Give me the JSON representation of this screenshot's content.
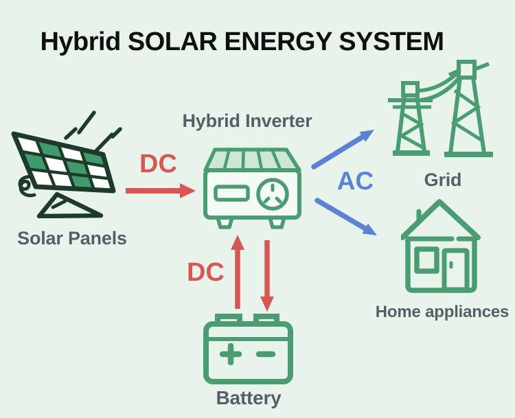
{
  "title": "Hybrid SOLAR ENERGY SYSTEM",
  "nodes": {
    "solar_panels": {
      "label": "Solar Panels",
      "icon": "solar-panels-icon"
    },
    "hybrid_inverter": {
      "label": "Hybrid Inverter",
      "icon": "hybrid-inverter-icon"
    },
    "grid": {
      "label": "Grid",
      "icon": "transmission-towers-icon"
    },
    "home_appliances": {
      "label": "Home appliances",
      "icon": "house-icon"
    },
    "battery": {
      "label": "Battery",
      "icon": "battery-icon"
    }
  },
  "flow_labels": {
    "solar_to_inverter": "DC",
    "inverter_battery": "DC",
    "inverter_out": "AC"
  },
  "flows": [
    {
      "from": "Solar Panels",
      "to": "Hybrid Inverter",
      "current": "DC",
      "direction": "one-way"
    },
    {
      "from": "Hybrid Inverter",
      "to": "Grid",
      "current": "AC",
      "direction": "one-way"
    },
    {
      "from": "Hybrid Inverter",
      "to": "Home appliances",
      "current": "AC",
      "direction": "one-way"
    },
    {
      "from": "Hybrid Inverter",
      "to": "Battery",
      "current": "DC",
      "direction": "two-way"
    }
  ],
  "colors": {
    "background": "#e8f4eb",
    "dc_arrow_red": "#d95752",
    "ac_arrow_blue": "#5b82d4",
    "icon_green": "#4a9c72",
    "icon_dark_green": "#1e3b2a",
    "panel_cell_green": "#3f9a6c",
    "label_gray": "#575e68",
    "title_black": "#101010"
  }
}
